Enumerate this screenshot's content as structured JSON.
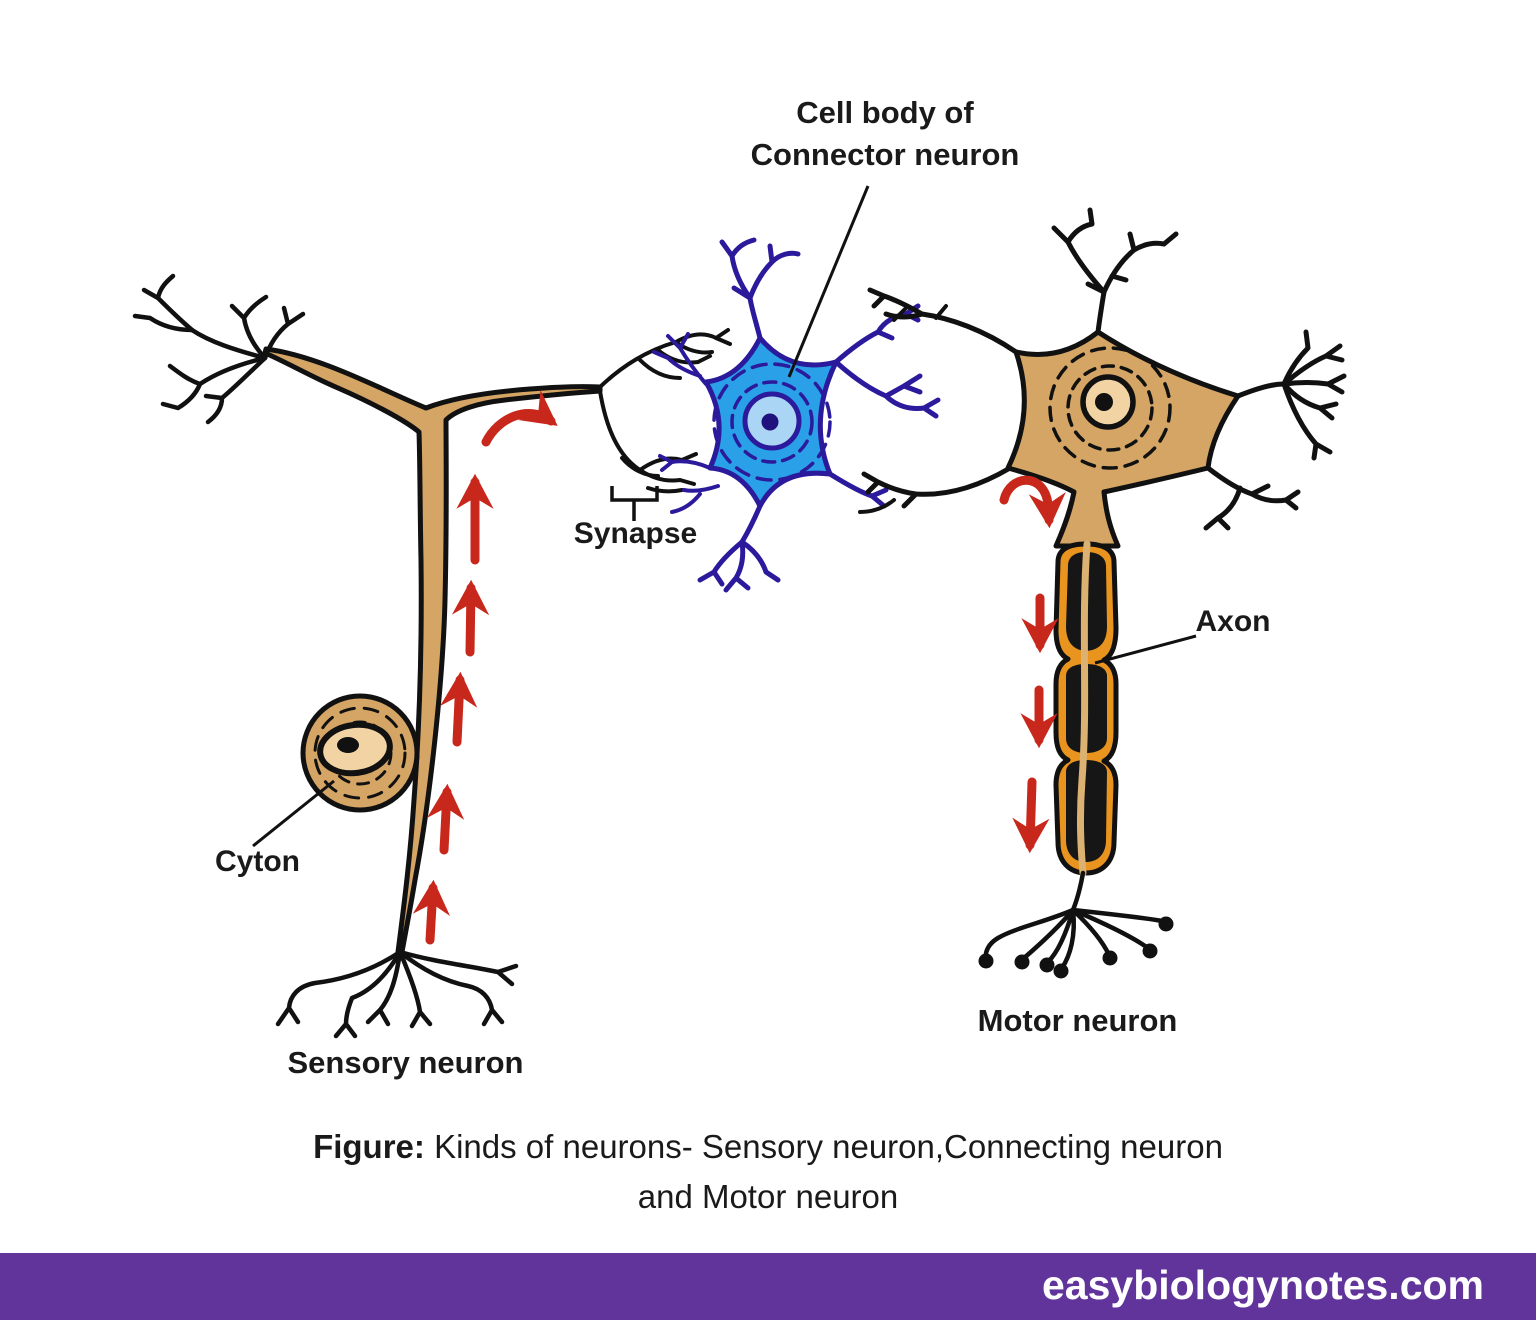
{
  "labels": {
    "cell_body_connector": {
      "line1": "Cell body of",
      "line2": "Connector neuron"
    },
    "synapse": "Synapse",
    "cyton": "Cyton",
    "axon": "Axon",
    "sensory_neuron": "Sensory neuron",
    "motor_neuron": "Motor neuron"
  },
  "caption": {
    "prefix": "Figure:",
    "line1_rest": " Kinds of neurons- Sensory neuron,Connecting neuron",
    "line2": "and Motor neuron"
  },
  "footer": {
    "website": "easybiologynotes.com"
  },
  "colors": {
    "connector_soma_fill": "#29A0E8",
    "connector_outline_navy": "#2B1A9B",
    "connector_nucleus_fill": "#ABD5F4",
    "neuron_fill_tan": "#D4A565",
    "nucleus_fill_light_tan": "#F2D4A4",
    "myelin_orange": "#E9941F",
    "myelin_segment_black": "#161616",
    "impulse_arrow_red": "#C8281B",
    "footer_purple": "#61349B",
    "ink_black": "#111111"
  }
}
